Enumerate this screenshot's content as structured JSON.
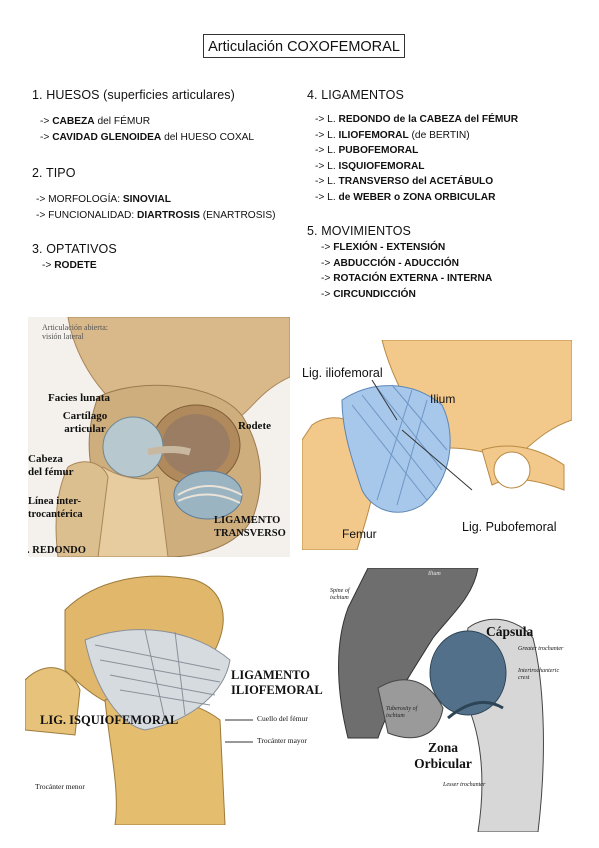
{
  "title": "Articulación COXOFEMORAL",
  "sections": {
    "huesos": {
      "heading": "1. HUESOS (superficies articulares)",
      "items": [
        {
          "prefix": "-> ",
          "bold": "CABEZA",
          "rest": " del FÉMUR"
        },
        {
          "prefix": "-> ",
          "bold": "CAVIDAD GLENOIDEA",
          "rest": " del HUESO COXAL"
        }
      ]
    },
    "tipo": {
      "heading": "2. TIPO",
      "items": [
        {
          "prefix": "-> MORFOLOGÍA: ",
          "bold": "SINOVIAL",
          "rest": ""
        },
        {
          "prefix": "-> FUNCIONALIDAD: ",
          "bold": "DIARTROSIS",
          "rest": " (ENARTROSIS)"
        }
      ]
    },
    "optativos": {
      "heading": "3. OPTATIVOS",
      "items": [
        {
          "prefix": "-> ",
          "bold": "RODETE",
          "rest": ""
        }
      ]
    },
    "ligamentos": {
      "heading": "4. LIGAMENTOS",
      "items": [
        {
          "prefix": "-> L. ",
          "bold": "REDONDO de la CABEZA del FÉMUR",
          "rest": ""
        },
        {
          "prefix": "-> L. ",
          "bold": "ILIOFEMORAL",
          "rest": " (de BERTIN)"
        },
        {
          "prefix": "-> L. ",
          "bold": "PUBOFEMORAL",
          "rest": ""
        },
        {
          "prefix": "-> L. ",
          "bold": "ISQUIOFEMORAL",
          "rest": ""
        },
        {
          "prefix": "-> L. ",
          "bold": "TRANSVERSO del ACETÁBULO",
          "rest": ""
        },
        {
          "prefix": "-> L. ",
          "bold": "de WEBER o ZONA ORBICULAR",
          "rest": ""
        }
      ]
    },
    "movimientos": {
      "heading": "5. MOVIMIENTOS",
      "items": [
        {
          "prefix": "-> ",
          "bold": "FLEXIÓN - EXTENSIÓN",
          "rest": ""
        },
        {
          "prefix": "-> ",
          "bold": "ABDUCCIÓN - ADUCCIÓN",
          "rest": ""
        },
        {
          "prefix": "-> ",
          "bold": "ROTACIÓN EXTERNA - INTERNA",
          "rest": ""
        },
        {
          "prefix": "-> ",
          "bold": "CIRCUNDICCIÓN",
          "rest": ""
        }
      ]
    }
  },
  "figures": {
    "fig1": {
      "caption": "Articulación abierta: visión lateral",
      "labels": [
        "Facies lunata",
        "Cartílago articular",
        "Rodete",
        "Cabeza del fémur",
        "Línea inter-trocantérica",
        "LIGAMENTO TRANSVERSO",
        "L. REDONDO"
      ]
    },
    "fig2": {
      "labels": [
        "Lig. iliofemoral",
        "Ilium",
        "Femur",
        "Lig. Pubofemoral"
      ]
    },
    "fig3": {
      "labels": [
        "LIGAMENTO ILIOFEMORAL",
        "LIG. ISQUIOFEMORAL",
        "Cuello del fémur",
        "Trocánter mayor",
        "Trocánter menor"
      ]
    },
    "fig4": {
      "labels": [
        "Spine of ischium",
        "Cápsula",
        "Greater trochanter",
        "Zona Orbicular",
        "Lesser trochanter",
        "Tuberosity of ischium",
        "Intertrochanteric crest",
        "Ilium"
      ]
    }
  },
  "colors": {
    "bone": "#d9b98a",
    "bone_dark": "#a9865a",
    "ligament_blue": "#9fc3e6",
    "capsule": "#5f7e98"
  }
}
